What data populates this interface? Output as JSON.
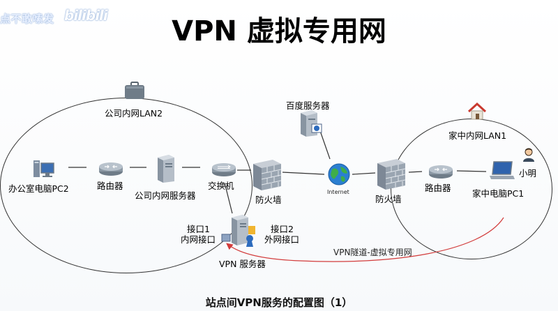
{
  "watermark": {
    "text": "点不敢嗦发",
    "logo": "bilibili"
  },
  "title": "VPN 虚拟专用网",
  "caption": "站点间VPN服务的配置图（1）",
  "colors": {
    "tunnel": "#d23b3b",
    "line": "#333333",
    "ellipse": "#333333"
  },
  "company_lan": {
    "label": "公司内网LAN2",
    "nodes": {
      "office_pc": "办公室电脑PC2",
      "router": "路由器",
      "internal_server": "公司内网服务器",
      "switch": "交换机",
      "firewall": "防火墙"
    }
  },
  "vpn_server": {
    "label": "VPN 服务器",
    "port1_line1": "接口1",
    "port1_line2": "内网接口",
    "port2_line1": "接口2",
    "port2_line2": "外网接口"
  },
  "internet": {
    "label": "Internet",
    "server": "百度服务器"
  },
  "home_lan": {
    "label": "家中内网LAN1",
    "nodes": {
      "firewall": "防火墙",
      "router": "路由器",
      "pc": "家中电脑PC1",
      "user": "小明"
    }
  },
  "tunnel": {
    "label": "VPN隧道-虚拟专用网"
  }
}
